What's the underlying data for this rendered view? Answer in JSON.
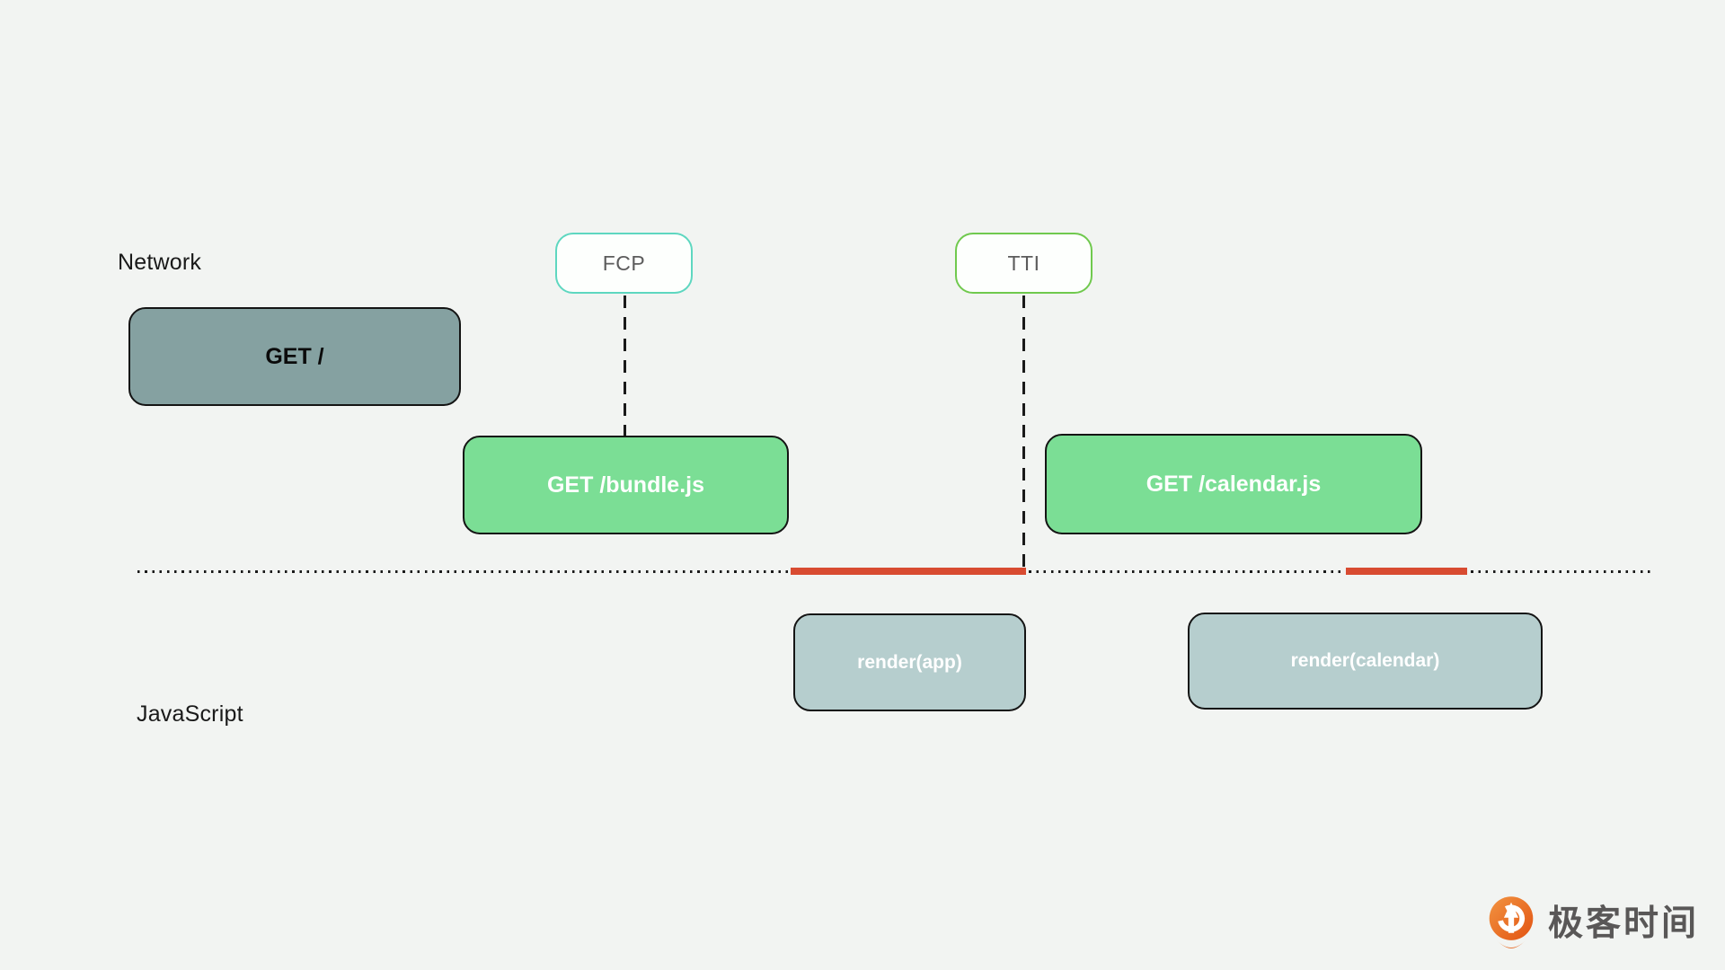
{
  "colors": {
    "background": "#f2f4f2",
    "box_border": "#141414",
    "get_root_fill": "#85a1a1",
    "get_js_fill": "#7bde95",
    "render_fill": "#b6cece",
    "fcp_border": "#5ed7c0",
    "tti_border": "#70c94e",
    "marker_fill": "#fdfffd",
    "marker_text": "#5c5c5c",
    "red_segment": "#d84b31",
    "text_dark": "#1a1a1a",
    "logo_text": "#595757"
  },
  "lanes": {
    "network_label": "Network",
    "javascript_label": "JavaScript"
  },
  "markers": [
    {
      "id": "fcp",
      "label": "FCP"
    },
    {
      "id": "tti",
      "label": "TTI"
    }
  ],
  "network_boxes": [
    {
      "id": "get-root",
      "label": "GET /"
    },
    {
      "id": "get-bundle",
      "label": "GET /bundle.js"
    },
    {
      "id": "get-calendar",
      "label": "GET /calendar.js"
    }
  ],
  "js_boxes": [
    {
      "id": "render-app",
      "label": "render(app)"
    },
    {
      "id": "render-calendar",
      "label": "render(calendar)"
    }
  ],
  "timeline": {
    "blocking_segments": 2
  },
  "logo": {
    "text": "极客时间"
  }
}
